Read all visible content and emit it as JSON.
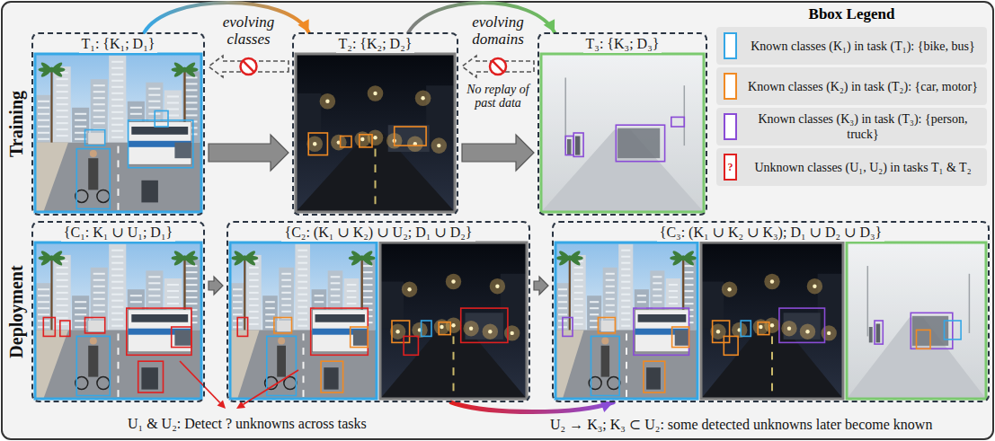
{
  "diagram": {
    "nodes": [
      {
        "text": [
          "T₁: {K₁; D₁}"
        ]
      },
      {
        "text": [
          "T₂: {K₂; D₂}"
        ]
      },
      {
        "text": [
          "T₃: {K₃; D₃}"
        ]
      },
      {
        "text": [
          "{C₁: K₁ ∪ U₁; D₁}"
        ]
      },
      {
        "text": [
          "{C₂: (K₁ ∪ K₂) ∪ U₂; D₁ ∪ D₂}"
        ]
      },
      {
        "text": [
          "{C₃: (K₁ ∪ K₂ ∪ K₃); D₁ ∪ D₂ ∪ D₃}"
        ]
      }
    ],
    "edges": [
      {
        "from": 0,
        "to": 1,
        "arrow": "to"
      },
      {
        "from": 1,
        "to": 2,
        "arrow": "to"
      },
      {
        "from": 0,
        "to": 1,
        "label": "evolving classes",
        "arrow": "to"
      },
      {
        "from": 1,
        "to": 2,
        "label": "evolving domains",
        "arrow": "to"
      },
      {
        "from": 1,
        "to": 0,
        "arrow": "to"
      },
      {
        "from": 2,
        "to": 1,
        "label": "No replay of past data",
        "arrow": "to"
      },
      {
        "from": 3,
        "to": 4,
        "arrow": "to"
      },
      {
        "from": 4,
        "to": 5,
        "arrow": "to"
      },
      {
        "from": 4,
        "to": 5,
        "arrow": "to"
      }
    ],
    "labels": [
      "Training",
      "Deployment",
      "Bbox Legend",
      "?",
      "U₁ & U₂: Detect ? unknowns across tasks",
      "U₂ → K₃; K₃ ⊂ U₂: some detected unknowns later become known"
    ],
    "legend": [
      {
        "text": "Known classes (K₁) in task (T₁): {bike, bus}",
        "color": "#35a7e6"
      },
      {
        "text": "Known classes (K₂) in task (T₂): {car, motor}",
        "color": "#f08a24"
      },
      {
        "text": "Known classes (K₃) in task (T₃): {person, truck}",
        "color": "#8a4cd6"
      },
      {
        "text": "Unknown classes (U₁, U₂) in tasks T₁ & T₂",
        "color": "#e02020"
      }
    ]
  }
}
